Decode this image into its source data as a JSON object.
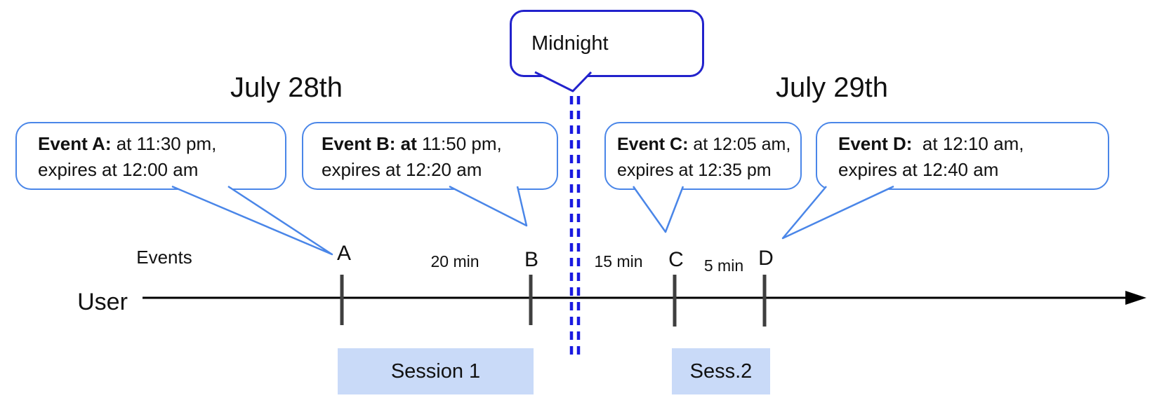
{
  "titles": {
    "left_date": "July 28th",
    "right_date": "July 29th"
  },
  "midnight_bubble": {
    "label": "Midnight"
  },
  "axis": {
    "events_label": "Events",
    "user_label": "User"
  },
  "event_bubbles": [
    {
      "id": "A",
      "bold": "Event A:",
      "rest": " at 11:30 pm,",
      "line2": "expires at 12:00 am"
    },
    {
      "id": "B",
      "bold": "Event B: at",
      "rest": " 11:50 pm,",
      "line2": "expires at 12:20 am"
    },
    {
      "id": "C",
      "bold": "Event C:",
      "rest": " at 12:05 am,",
      "line2": "expires at 12:35 pm"
    },
    {
      "id": "D",
      "bold": "Event D: ",
      "rest": " at 12:10 am,",
      "line2": "expires at 12:40 am"
    }
  ],
  "tick_labels": [
    {
      "label": "A"
    },
    {
      "label": "B"
    },
    {
      "label": "C"
    },
    {
      "label": "D"
    }
  ],
  "interval_labels": [
    {
      "label": "20 min"
    },
    {
      "label": "15 min"
    },
    {
      "label": "5 min"
    }
  ],
  "sessions": [
    {
      "label": "Session 1"
    },
    {
      "label": "Sess.2"
    }
  ],
  "colors": {
    "event_bubble_border": "#4a86e8",
    "midnight_bubble_border": "#2222cc",
    "midnight_divider": "#1a1ae0",
    "session_fill": "#c9daf8",
    "tick_color": "#3f3f3f",
    "timeline_color": "#000000"
  }
}
